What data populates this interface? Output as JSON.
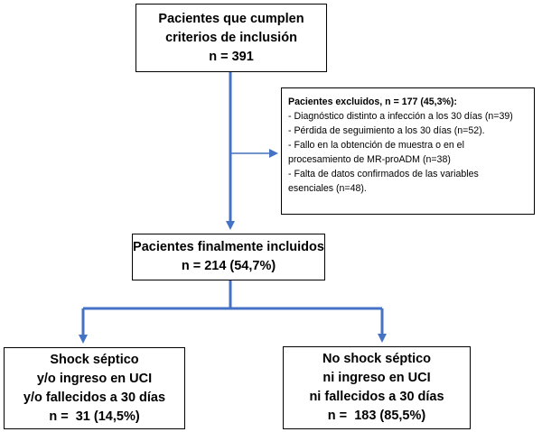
{
  "flow": {
    "top": {
      "lines": [
        "Pacientes que cumplen",
        "criterios de inclusión",
        "n = 391"
      ]
    },
    "excluded": {
      "title": "Pacientes excluidos, n = 177 (45,3%):",
      "lines": [
        "- Diagnóstico distinto a infección a los 30 días (n=39)",
        "- Pérdida de seguimiento a los 30 días (n=52).",
        "- Fallo en la obtención de muestra o en el",
        "procesamiento de MR-proADM (n=38)",
        "- Falta de datos confirmados de las variables",
        "esenciales (n=48)."
      ]
    },
    "middle": {
      "lines": [
        "Pacientes finalmente incluidos",
        "n = 214 (54,7%)"
      ]
    },
    "left": {
      "lines": [
        "Shock séptico",
        "y/o ingreso en UCI",
        "y/o fallecidos a 30 días",
        "n =  31 (14,5%)"
      ]
    },
    "right": {
      "lines": [
        "No shock séptico",
        "ni ingreso en UCI",
        "ni fallecidos a 30 días",
        "n =  183 (85,5%)"
      ]
    }
  },
  "colors": {
    "arrow": "#4472c4",
    "border": "#000000"
  }
}
